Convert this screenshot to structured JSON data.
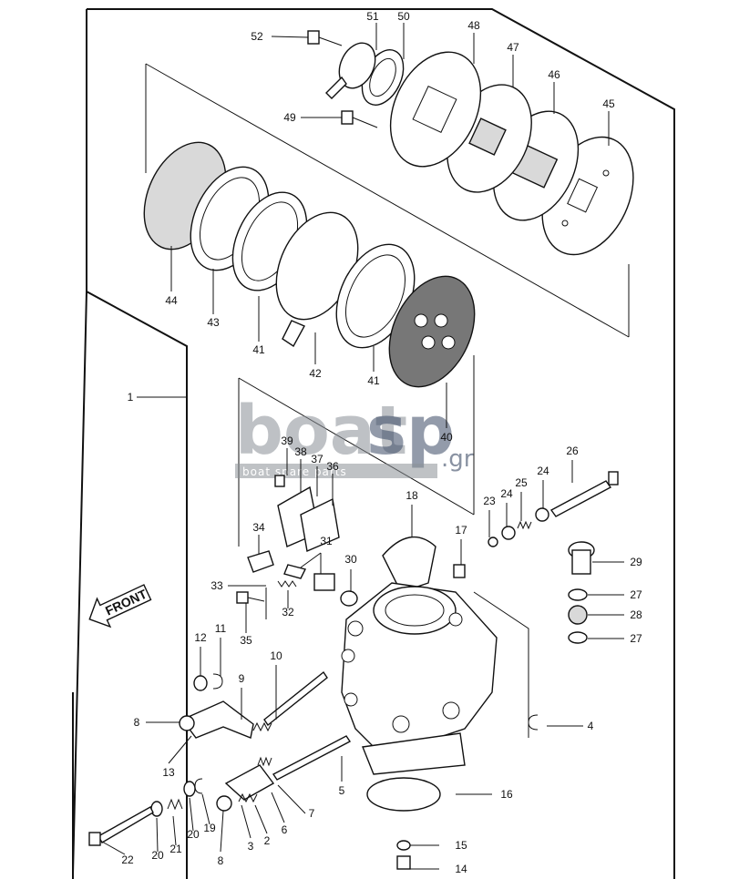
{
  "watermark": {
    "brand_light": "boat",
    "brand_dark": "sp",
    "brand_suffix": ".gr",
    "tagline": "boat spare parts"
  },
  "front_label": "FRONT",
  "callouts": {
    "c1": "1",
    "c2": "2",
    "c3": "3",
    "c4": "4",
    "c5": "5",
    "c6": "6",
    "c7": "7",
    "c8a": "8",
    "c8b": "8",
    "c9": "9",
    "c10": "10",
    "c11": "11",
    "c12": "12",
    "c13": "13",
    "c14": "14",
    "c15": "15",
    "c16": "16",
    "c17": "17",
    "c18": "18",
    "c19": "19",
    "c20a": "20",
    "c20b": "20",
    "c21": "21",
    "c22": "22",
    "c23": "23",
    "c24a": "24",
    "c24b": "24",
    "c25": "25",
    "c26": "26",
    "c27a": "27",
    "c27b": "27",
    "c28": "28",
    "c29": "29",
    "c30": "30",
    "c31": "31",
    "c32": "32",
    "c33": "33",
    "c34": "34",
    "c35": "35",
    "c36": "36",
    "c37": "37",
    "c38": "38",
    "c39": "39",
    "c40": "40",
    "c41a": "41",
    "c41b": "41",
    "c42": "42",
    "c43": "43",
    "c44": "44",
    "c45": "45",
    "c46": "46",
    "c47": "47",
    "c48": "48",
    "c49": "49",
    "c50": "50",
    "c51": "51",
    "c52": "52"
  }
}
